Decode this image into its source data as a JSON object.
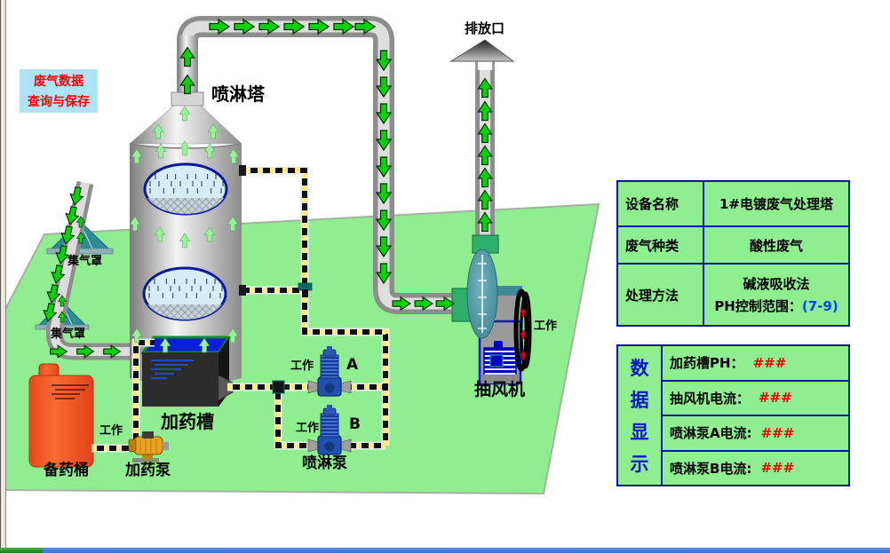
{
  "button": {
    "line1": "废气数据",
    "line2": "查询与保存"
  },
  "labels": {
    "spray_tower": "喷淋塔",
    "outlet": "排放口",
    "hood1": "集气罩",
    "hood2": "集气罩",
    "dosing_tank": "加药槽",
    "spare_barrel": "备药桶",
    "dosing_pump": "加药泵",
    "spray_pump": "喷淋泵",
    "exhaust_fan": "抽风机",
    "pump_a": "A",
    "pump_b": "B",
    "working_dosing": "工作",
    "working_a": "工作",
    "working_b": "工作",
    "working_fan": "工作"
  },
  "info_table": {
    "rows": [
      {
        "label": "设备名称",
        "value": "1#电镀废气处理塔"
      },
      {
        "label": "废气种类",
        "value": "酸性废气"
      },
      {
        "label": "处理方法",
        "value_line1": "碱液吸收法",
        "value_line2_prefix": "PH控制范围：",
        "value_line2_range": "(7-9)"
      }
    ]
  },
  "data_table": {
    "title_chars": [
      "数",
      "据",
      "显",
      "示"
    ],
    "rows": [
      {
        "label": "加药槽PH：",
        "value": "###"
      },
      {
        "label": "抽风机电流：",
        "value": "###"
      },
      {
        "label": "喷淋泵A电流:",
        "value": "###"
      },
      {
        "label": "喷淋泵B电流:",
        "value": "###"
      }
    ]
  },
  "colors": {
    "platform_green": "#90ee90",
    "table_green": "#8fee8f",
    "value_red": "#f00000",
    "range_blue": "#0046ff",
    "flow_arrow_green": "#0ad20a",
    "button_bg": "#aee3f5",
    "button_text": "#ff0000"
  }
}
